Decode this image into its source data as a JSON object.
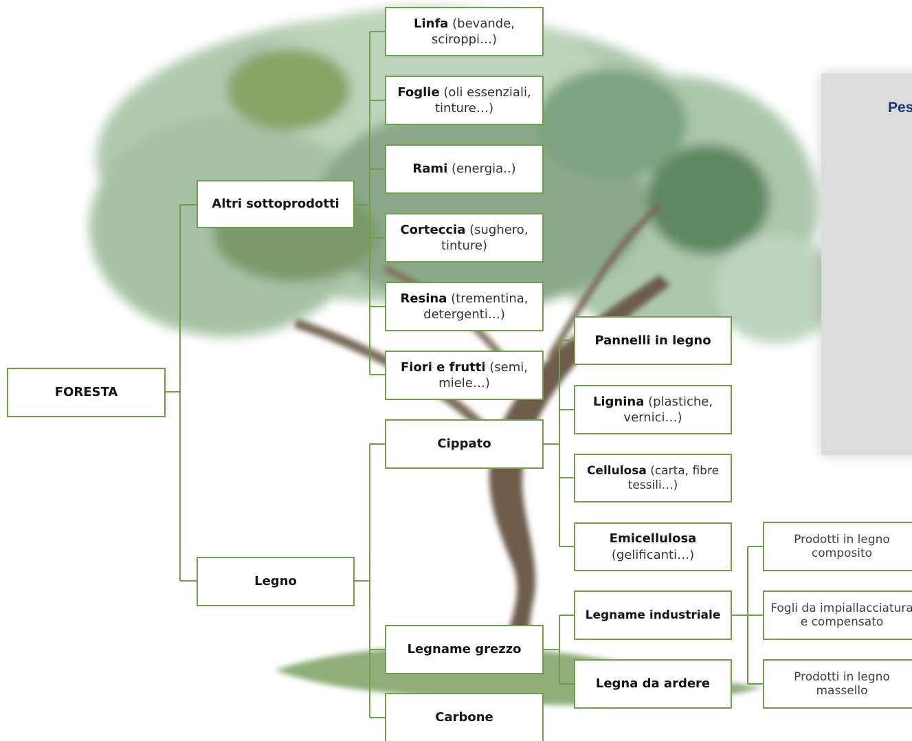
{
  "side_note": {
    "text": "Pes"
  },
  "colors": {
    "connector": "#6f9f4a",
    "box_border": "#6f9f4a",
    "note_text": "#17367a",
    "note_bg": "#dcdcdc",
    "foliage": "#8fb08d",
    "trunk": "#6e5c4b",
    "ground": "#8fae7a"
  },
  "nodes": {
    "foresta": {
      "bold": "FORESTA",
      "rest": ""
    },
    "altri": {
      "bold": "Altri sottoprodotti",
      "rest": ""
    },
    "legno": {
      "bold": "Legno",
      "rest": ""
    },
    "linfa": {
      "bold": "Linfa",
      "rest": " (bevande, sciroppi…)"
    },
    "foglie": {
      "bold": "Foglie",
      "rest": " (oli essenziali, tinture…)"
    },
    "rami": {
      "bold": "Rami",
      "rest": " (energia..)"
    },
    "corteccia": {
      "bold": "Corteccia",
      "rest": " (sughero, tinture)"
    },
    "resina": {
      "bold": "Resina",
      "rest": " (trementina, detergenti…)"
    },
    "fiori": {
      "bold": "Fiori e frutti",
      "rest": " (semi, miele…)"
    },
    "cippato": {
      "bold": "Cippato",
      "rest": ""
    },
    "legname_grezzo": {
      "bold": "Legname grezzo",
      "rest": ""
    },
    "carbone": {
      "bold": "Carbone",
      "rest": ""
    },
    "pannelli": {
      "bold": "Pannelli in legno",
      "rest": ""
    },
    "lignina": {
      "bold": "Lignina",
      "rest": " (plastiche, vernici…)"
    },
    "cellulosa": {
      "bold": "Cellulosa",
      "rest": " (carta, fibre tessili…)"
    },
    "emicellulosa": {
      "bold": "Emicellulosa",
      "rest": " (gelificanti…)"
    },
    "legname_ind": {
      "bold": "Legname industriale",
      "rest": ""
    },
    "legna_ardere": {
      "bold": "Legna da ardere",
      "rest": ""
    },
    "composito": {
      "bold": "",
      "rest": "Prodotti in legno composito"
    },
    "fogli": {
      "bold": "",
      "rest": "Fogli da impiallacciatura e compensato"
    },
    "massello": {
      "bold": "",
      "rest": "Prodotti in legno massello"
    }
  }
}
